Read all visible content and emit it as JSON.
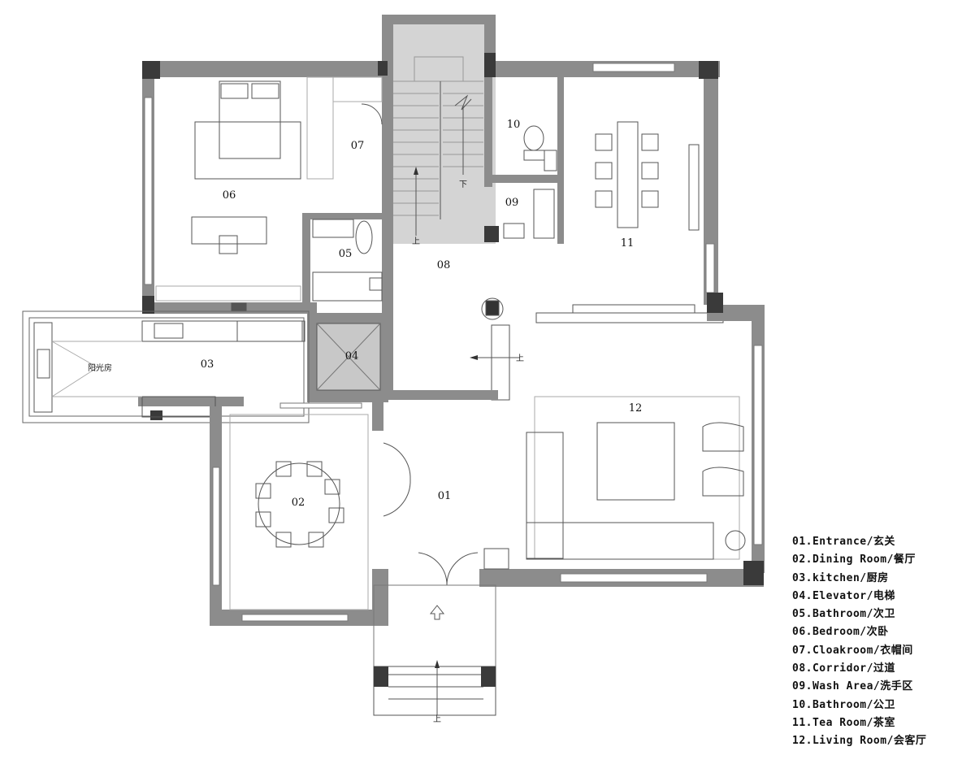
{
  "rooms": {
    "r01": "01",
    "r02": "02",
    "r03": "03",
    "r04": "04",
    "r05": "05",
    "r06": "06",
    "r07": "07",
    "r08": "08",
    "r09": "09",
    "r10": "10",
    "r11": "11",
    "r12": "12"
  },
  "annotations": {
    "sunroom": "阳光房",
    "stair_down": "下",
    "stair_up": "上",
    "step_up_living": "上",
    "step_up_porch": "上"
  },
  "legend": [
    "01.Entrance/玄关",
    "02.Dining Room/餐厅",
    "03.kitchen/厨房",
    "04.Elevator/电梯",
    "05.Bathroom/次卫",
    "06.Bedroom/次卧",
    "07.Cloakroom/衣帽间",
    "08.Corridor/过道",
    "09.Wash Area/洗手区",
    "10.Bathroom/公卫",
    "11.Tea Room/茶室",
    "12.Living Room/会客厅"
  ],
  "colors": {
    "wall": "#8c8c8c",
    "column": "#3a3a3a",
    "stair_fill": "#d4d4d4"
  }
}
